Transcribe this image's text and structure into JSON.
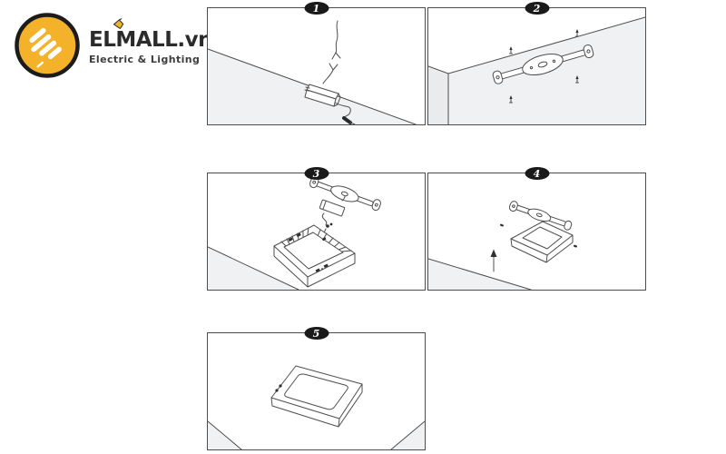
{
  "brand": {
    "wordmark": "ELMALL.vn",
    "tagline": "Electric & Lighting",
    "logo_icon": "elmall-circle-stripes-icon",
    "lamp_icon": "pendant-lamp-icon",
    "accent_yellow": "#F3B229",
    "ink": "#2B2B2B"
  },
  "diagram": {
    "line_color": "#4D4D4D",
    "shade_color": "#F0F1F2",
    "badge_color": "#1A1A1A",
    "steps": [
      {
        "number": "1",
        "icon": "ceiling-wires-and-led-driver"
      },
      {
        "number": "2",
        "icon": "mounting-bracket-screwed-to-ceiling"
      },
      {
        "number": "3",
        "icon": "driver-wired-to-open-panel-frame"
      },
      {
        "number": "4",
        "icon": "panel-raised-onto-bracket"
      },
      {
        "number": "5",
        "icon": "surface-panel-installed"
      }
    ]
  }
}
